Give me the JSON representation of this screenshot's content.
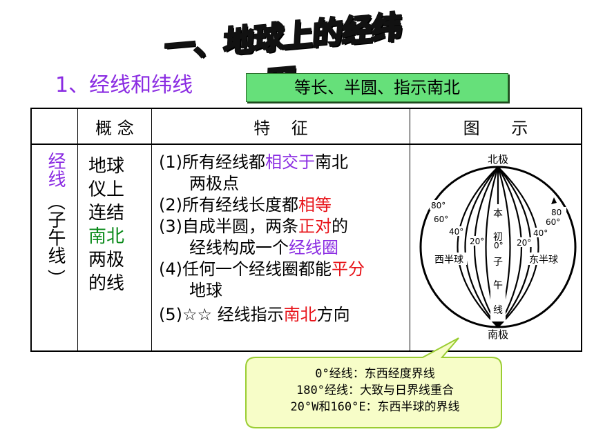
{
  "title": "一、地球上的经纬网",
  "section_heading": "1、经线和纬线",
  "summary_box": "等长、半圆、指示南北",
  "table": {
    "headers": {
      "concept": "概 念",
      "features": "特    征",
      "diagram": "图      示"
    },
    "row_label": {
      "main": "经线",
      "paren_open": "（",
      "alias": "子午线",
      "paren_close": "）"
    },
    "concept": {
      "line1": "地球",
      "line2": "仪上",
      "line3": "连结",
      "line4_green": "南北",
      "line5": "两极",
      "line6": "的线"
    },
    "features": {
      "f1_a": "(1)所有经线都",
      "f1_b": "相交于",
      "f1_c": "南北",
      "f1_d": "两极点",
      "f2_a": "(2)所有经线长度都",
      "f2_b": "相等",
      "f3_a": "(3)自成半圆，两条",
      "f3_b": "正对",
      "f3_c": "的",
      "f3_d": "经线构成一个",
      "f3_e": "经线圈",
      "f4_a": "(4)任何一个经线圈都能",
      "f4_b": "平分",
      "f4_c": "地球",
      "f5_a": "(5)☆☆ 经线指示",
      "f5_b": "南北",
      "f5_c": "方向"
    },
    "globe": {
      "north_pole": "北极",
      "south_pole": "南极",
      "west_hemisphere": "西半球",
      "east_hemisphere": "东半球",
      "prime_meridian_chars": [
        "本",
        "初",
        "子",
        "午",
        "线"
      ],
      "left_degrees": [
        "80°",
        "60°",
        "40°",
        "20°",
        "0°"
      ],
      "right_degrees": [
        "80",
        "60°",
        "40°",
        "20°"
      ]
    }
  },
  "callout": {
    "line1": "0°经线：东西经度界线",
    "line2": "180°经线：大致与日界线重合",
    "line3": "20°W和160°E：东西半球的界线"
  },
  "colors": {
    "purple": "#8a2be2",
    "red": "#e8141a",
    "green": "#0a8a1a",
    "box_green": "#66e07a",
    "callout_bg": "#f7fdc8",
    "callout_border": "#9acd32"
  }
}
